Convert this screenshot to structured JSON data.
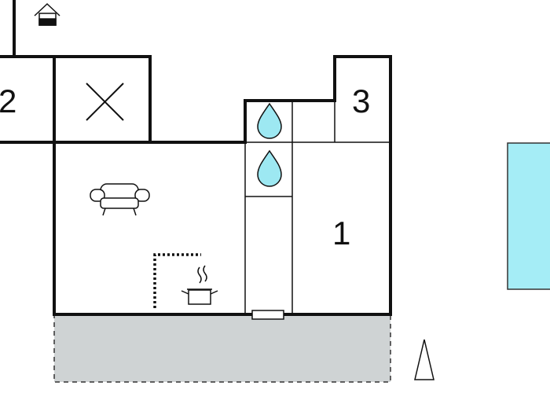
{
  "floorplan": {
    "rooms": [
      {
        "id": "room-2",
        "label": "2"
      },
      {
        "id": "room-3",
        "label": "3"
      },
      {
        "id": "room-1",
        "label": "1"
      }
    ],
    "icons": [
      "entrance-icon",
      "no-access-cross-icon",
      "sofa-icon",
      "water-drop-icon",
      "water-drop-icon",
      "cooking-pot-icon",
      "north-arrow-icon"
    ],
    "colors": {
      "wall": "#111111",
      "terrace": "#cfd3d4",
      "pool": "#a5edf6",
      "water_drop": "#9de8f2"
    }
  }
}
